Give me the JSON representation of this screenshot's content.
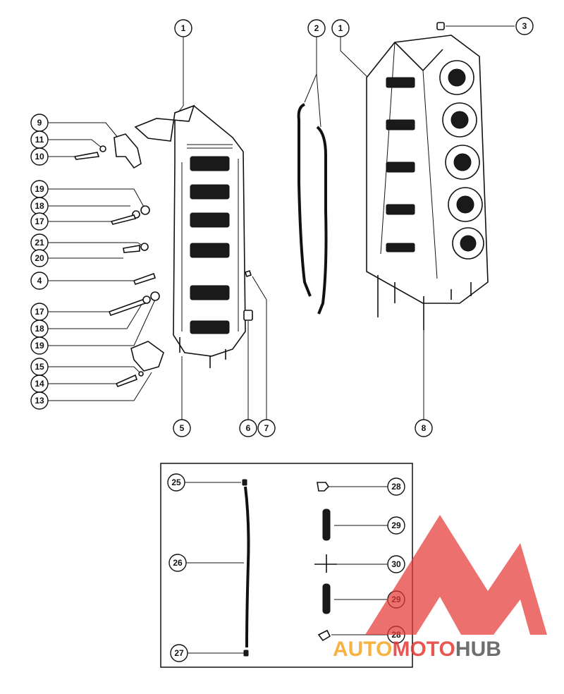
{
  "callouts": [
    {
      "id": "c1a",
      "label": "1"
    },
    {
      "id": "c2",
      "label": "2"
    },
    {
      "id": "c1b",
      "label": "1"
    },
    {
      "id": "c3",
      "label": "3"
    },
    {
      "id": "c9",
      "label": "9"
    },
    {
      "id": "c11",
      "label": "11"
    },
    {
      "id": "c10",
      "label": "10"
    },
    {
      "id": "c19a",
      "label": "19"
    },
    {
      "id": "c18a",
      "label": "18"
    },
    {
      "id": "c17a",
      "label": "17"
    },
    {
      "id": "c21",
      "label": "21"
    },
    {
      "id": "c20",
      "label": "20"
    },
    {
      "id": "c4",
      "label": "4"
    },
    {
      "id": "c17b",
      "label": "17"
    },
    {
      "id": "c18b",
      "label": "18"
    },
    {
      "id": "c19b",
      "label": "19"
    },
    {
      "id": "c15",
      "label": "15"
    },
    {
      "id": "c14",
      "label": "14"
    },
    {
      "id": "c13",
      "label": "13"
    },
    {
      "id": "c5",
      "label": "5"
    },
    {
      "id": "c6",
      "label": "6"
    },
    {
      "id": "c7",
      "label": "7"
    },
    {
      "id": "c8",
      "label": "8"
    },
    {
      "id": "c25",
      "label": "25"
    },
    {
      "id": "c26",
      "label": "26"
    },
    {
      "id": "c27",
      "label": "27"
    },
    {
      "id": "c28a",
      "label": "28"
    },
    {
      "id": "c29a",
      "label": "29"
    },
    {
      "id": "c30",
      "label": "30"
    },
    {
      "id": "c29b",
      "label": "29"
    },
    {
      "id": "c28b",
      "label": "28"
    }
  ],
  "watermark": {
    "word_part1": "AUTO",
    "word_part2": "MOTO",
    "word_part3": "HUB",
    "color_orange": "#f5a623",
    "color_red": "#e53935",
    "color_grey": "#555555"
  }
}
